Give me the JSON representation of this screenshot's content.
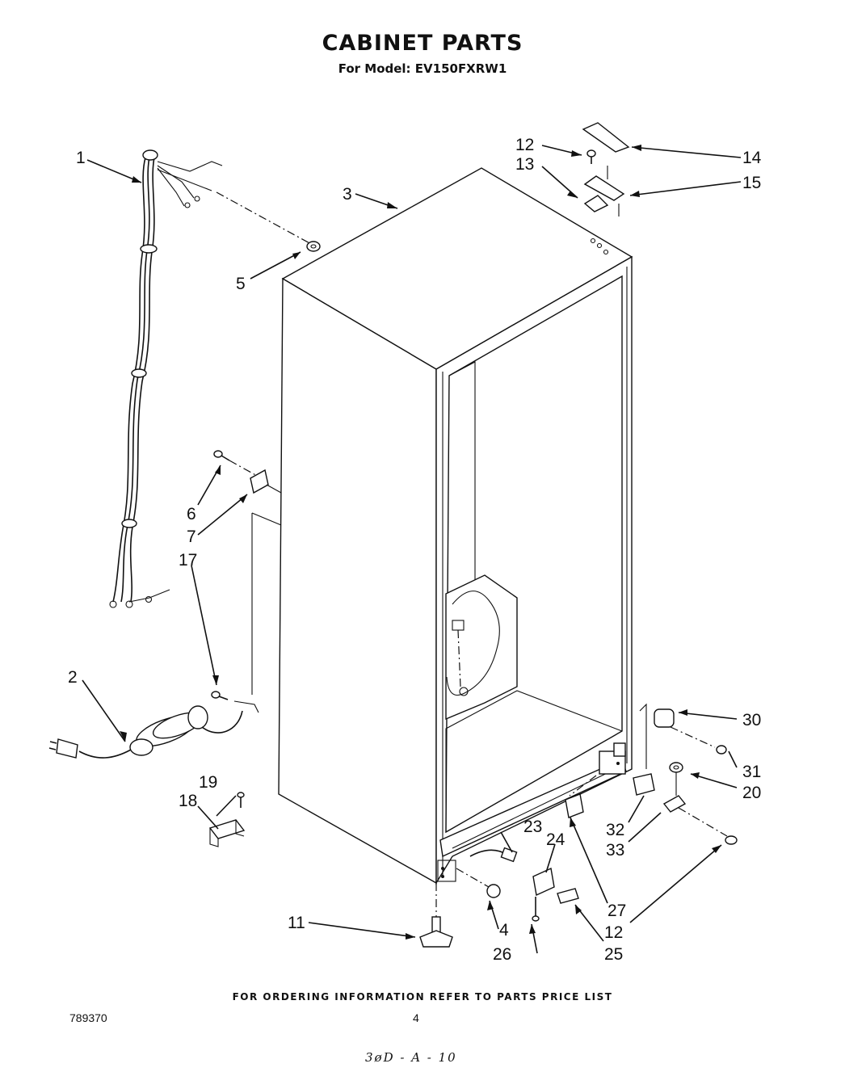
{
  "header": {
    "title": "CABINET PARTS",
    "subtitle": "For Model: EV150FXRW1"
  },
  "callouts": {
    "c1": "1",
    "c2": "2",
    "c3": "3",
    "c4": "4",
    "c5": "5",
    "c6": "6",
    "c7": "7",
    "c11": "11",
    "c12a": "12",
    "c12b": "12",
    "c13": "13",
    "c14": "14",
    "c15": "15",
    "c17": "17",
    "c18": "18",
    "c19": "19",
    "c20": "20",
    "c23": "23",
    "c24": "24",
    "c25": "25",
    "c26": "26",
    "c27": "27",
    "c30": "30",
    "c31": "31",
    "c32": "32",
    "c33": "33"
  },
  "footer": {
    "note": "FOR ORDERING INFORMATION REFER TO PARTS PRICE LIST",
    "doc_number": "789370",
    "page_number": "4",
    "handwritten": "3øD - A - 10"
  }
}
